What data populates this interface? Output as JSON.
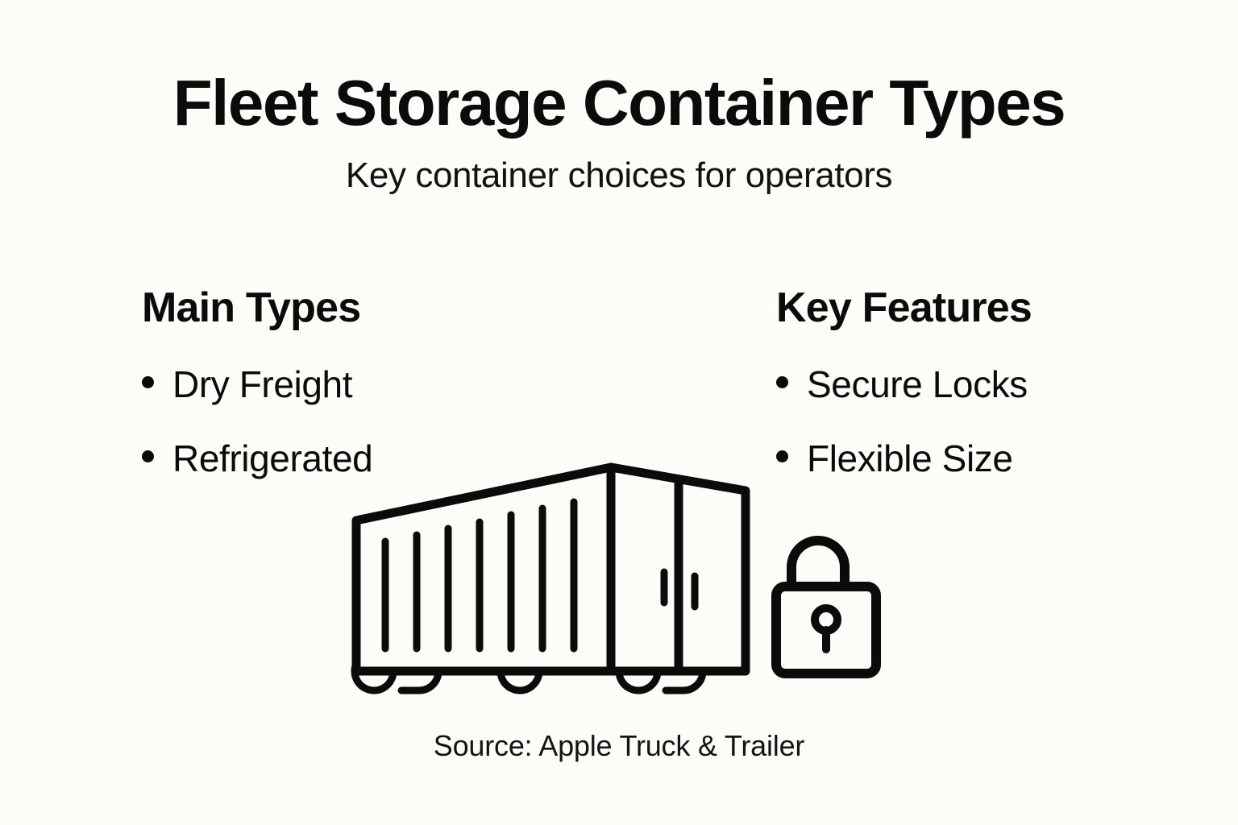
{
  "header": {
    "title": "Fleet Storage Container Types",
    "subtitle": "Key container choices for operators"
  },
  "columns": {
    "left": {
      "heading": "Main Types",
      "items": [
        {
          "label": "Dry Freight"
        },
        {
          "label": "Refrigerated"
        }
      ]
    },
    "right": {
      "heading": "Key Features",
      "items": [
        {
          "label": "Secure Locks"
        },
        {
          "label": "Flexible Size"
        }
      ]
    }
  },
  "illustration": {
    "container_icon": "shipping-container-trailer-icon",
    "lock_icon": "padlock-icon"
  },
  "footer": {
    "source": "Source: Apple Truck & Trailer"
  },
  "colors": {
    "background": "#FDFCF8",
    "ink": "#0B0B0B"
  }
}
